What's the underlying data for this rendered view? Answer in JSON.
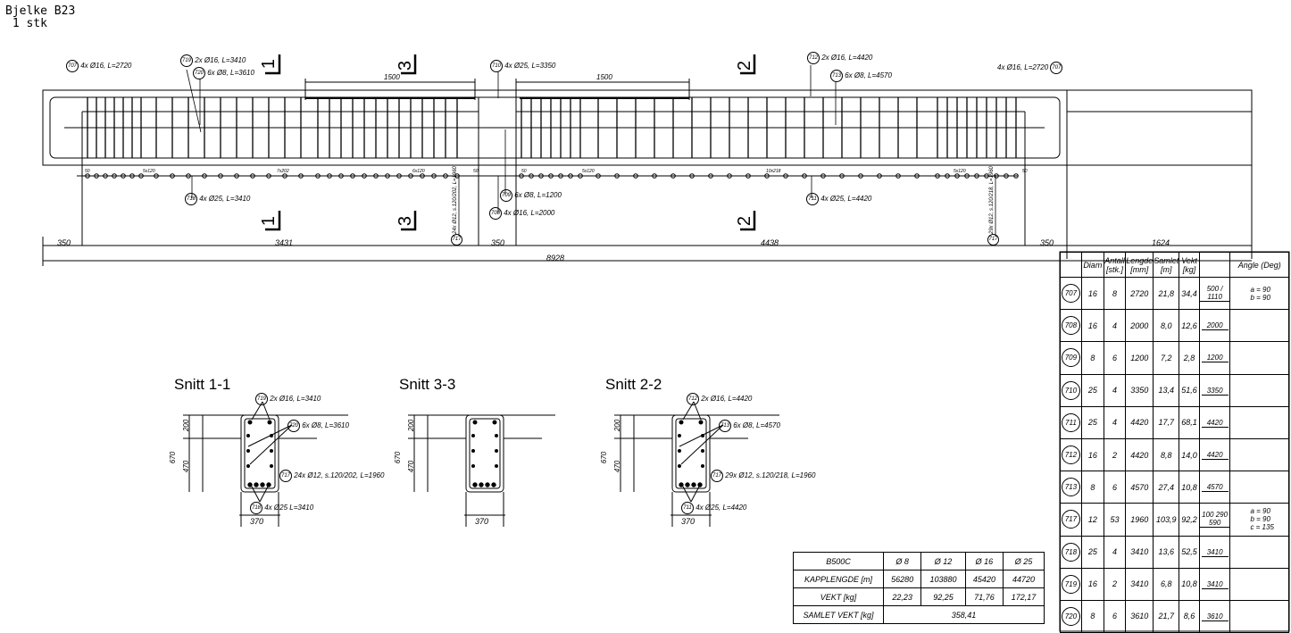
{
  "title": {
    "line1": "Bjelke B23",
    "line2": " 1 stk"
  },
  "elevation": {
    "callouts_top": [
      {
        "id": "707",
        "text": "4x Ø16,  L=2720"
      },
      {
        "id": "719",
        "text": "2x Ø16,  L=3410"
      },
      {
        "id": "720",
        "text": "6x Ø8,  L=3610"
      },
      {
        "id": "710",
        "text": "4x Ø25,  L=3350"
      },
      {
        "id": "712",
        "text": "2x Ø16,  L=4420"
      },
      {
        "id": "713",
        "text": "6x Ø8,  L=4570"
      },
      {
        "id": "707",
        "text": "4x Ø16,  L=2720"
      }
    ],
    "callouts_bottom": [
      {
        "id": "718",
        "text": "4x Ø25,  L=3410"
      },
      {
        "id": "709",
        "text": "6x Ø8,  L=1200"
      },
      {
        "id": "708",
        "text": "4x Ø16,  L=2000"
      },
      {
        "id": "711",
        "text": "4x Ø25,  L=4420"
      }
    ],
    "stirrup_labels": [
      {
        "id": "717",
        "text": "24x Ø12, s.120/202, L=1960"
      },
      {
        "id": "717",
        "text": "29x Ø12, s.120/218, L=1960"
      }
    ],
    "spacing_labels": [
      "50",
      "5x120",
      "7x202",
      "6x120",
      "50",
      "50",
      "5x120",
      "10x218",
      "5x120",
      "50"
    ],
    "length_labels": [
      "1500",
      "1500"
    ],
    "dimensions": [
      "350",
      "3431",
      "350",
      "4438",
      "350",
      "1624",
      "8928"
    ],
    "section_marks": [
      "1",
      "3",
      "2"
    ]
  },
  "sections": [
    {
      "title": "Snitt 1-1",
      "dims": {
        "top": "200",
        "total": "670",
        "web": "470",
        "width": "370"
      },
      "callouts": [
        {
          "id": "719",
          "text": "2x Ø16,  L=3410"
        },
        {
          "id": "720",
          "text": "6x Ø8,  L=3610"
        },
        {
          "id": "717",
          "text": "24x Ø12, s.120/202,  L=1960"
        },
        {
          "id": "718",
          "text": "4x Ø25  L=3410"
        }
      ]
    },
    {
      "title": "Snitt 3-3",
      "dims": {
        "top": "200",
        "total": "670",
        "web": "470",
        "width": "370"
      },
      "callouts": []
    },
    {
      "title": "Snitt 2-2",
      "dims": {
        "top": "200",
        "total": "670",
        "web": "470",
        "width": "370"
      },
      "callouts": [
        {
          "id": "712",
          "text": "2x Ø16,  L=4420"
        },
        {
          "id": "713",
          "text": "6x Ø8,  L=4570"
        },
        {
          "id": "717",
          "text": "29x Ø12, s.120/218,  L=1960"
        },
        {
          "id": "711",
          "text": "4x Ø25,  L=4420"
        }
      ]
    }
  ],
  "schedule": {
    "headers": [
      "Diam",
      "Antall [stk.]",
      "Lengde [mm]",
      "Samlet [m]",
      "Vekt [kg]",
      "",
      "Angle (Deg)"
    ],
    "rows": [
      {
        "pos": "707",
        "diam": "16",
        "antall": "8",
        "lengde": "2720",
        "samlet": "21,8",
        "vekt": "34,4",
        "shape": "500 / 1110",
        "angle": "a = 90\nb = 90"
      },
      {
        "pos": "708",
        "diam": "16",
        "antall": "4",
        "lengde": "2000",
        "samlet": "8,0",
        "vekt": "12,6",
        "shape": "2000",
        "angle": ""
      },
      {
        "pos": "709",
        "diam": "8",
        "antall": "6",
        "lengde": "1200",
        "samlet": "7,2",
        "vekt": "2,8",
        "shape": "1200",
        "angle": ""
      },
      {
        "pos": "710",
        "diam": "25",
        "antall": "4",
        "lengde": "3350",
        "samlet": "13,4",
        "vekt": "51,6",
        "shape": "3350",
        "angle": ""
      },
      {
        "pos": "711",
        "diam": "25",
        "antall": "4",
        "lengde": "4420",
        "samlet": "17,7",
        "vekt": "68,1",
        "shape": "4420",
        "angle": ""
      },
      {
        "pos": "712",
        "diam": "16",
        "antall": "2",
        "lengde": "4420",
        "samlet": "8,8",
        "vekt": "14,0",
        "shape": "4420",
        "angle": ""
      },
      {
        "pos": "713",
        "diam": "8",
        "antall": "6",
        "lengde": "4570",
        "samlet": "27,4",
        "vekt": "10,8",
        "shape": "4570",
        "angle": ""
      },
      {
        "pos": "717",
        "diam": "12",
        "antall": "53",
        "lengde": "1960",
        "samlet": "103,9",
        "vekt": "92,2",
        "shape": "100 290 590",
        "angle": "a = 90\nb = 90\nc = 135"
      },
      {
        "pos": "718",
        "diam": "25",
        "antall": "4",
        "lengde": "3410",
        "samlet": "13,6",
        "vekt": "52,5",
        "shape": "3410",
        "angle": ""
      },
      {
        "pos": "719",
        "diam": "16",
        "antall": "2",
        "lengde": "3410",
        "samlet": "6,8",
        "vekt": "10,8",
        "shape": "3410",
        "angle": ""
      },
      {
        "pos": "720",
        "diam": "8",
        "antall": "6",
        "lengde": "3610",
        "samlet": "21,7",
        "vekt": "8,6",
        "shape": "3610",
        "angle": ""
      }
    ]
  },
  "summary": {
    "header": [
      "B500C",
      "Ø 8",
      "Ø 12",
      "Ø 16",
      "Ø 25"
    ],
    "kapplengde": {
      "label": "KAPPLENGDE [m]",
      "values": [
        "56280",
        "103880",
        "45420",
        "44720"
      ]
    },
    "vekt": {
      "label": "VEKT [kg]",
      "values": [
        "22,23",
        "92,25",
        "71,76",
        "172,17"
      ]
    },
    "samlet": {
      "label": "SAMLET VEKT [kg]",
      "value": "358,41"
    }
  }
}
